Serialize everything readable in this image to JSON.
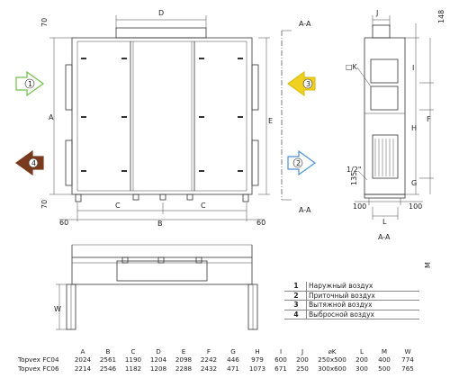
{
  "labels": {
    "D": "D",
    "A": "A",
    "B": "B",
    "C": "C",
    "E": "E",
    "W": "W",
    "section_aa": "A-A",
    "dim_70": "70",
    "dim_60": "60",
    "J": "J",
    "dim_148": "148",
    "K": "□K",
    "I": "I",
    "H": "H",
    "F": "F",
    "G": "G",
    "half_inch": "1/2\"",
    "dim_135": "135",
    "dim_100": "100",
    "L": "L",
    "M": "M"
  },
  "arrows": {
    "a1": "1",
    "a2": "2",
    "a3": "3",
    "a4": "4",
    "color_1": "#6fbf4a",
    "color_2": "#4a90d0",
    "color_3": "#f0d020",
    "color_4": "#7a3a1e"
  },
  "legend": [
    {
      "num": "1",
      "text": "Наружный воздух"
    },
    {
      "num": "2",
      "text": "Приточный воздух"
    },
    {
      "num": "3",
      "text": "Вытяжной воздух"
    },
    {
      "num": "4",
      "text": "Выбросной воздух"
    }
  ],
  "specs": {
    "headers": [
      "",
      "A",
      "B",
      "C",
      "D",
      "E",
      "F",
      "G",
      "H",
      "I",
      "J",
      "⌀K",
      "L",
      "M",
      "W"
    ],
    "rows": [
      [
        "Topvex FC04",
        "2024",
        "2561",
        "1190",
        "1204",
        "2098",
        "2242",
        "446",
        "979",
        "600",
        "200",
        "250x500",
        "200",
        "400",
        "774"
      ],
      [
        "Topvex FC06",
        "2214",
        "2546",
        "1182",
        "1208",
        "2288",
        "2432",
        "471",
        "1073",
        "671",
        "250",
        "300x600",
        "300",
        "500",
        "765"
      ]
    ]
  }
}
